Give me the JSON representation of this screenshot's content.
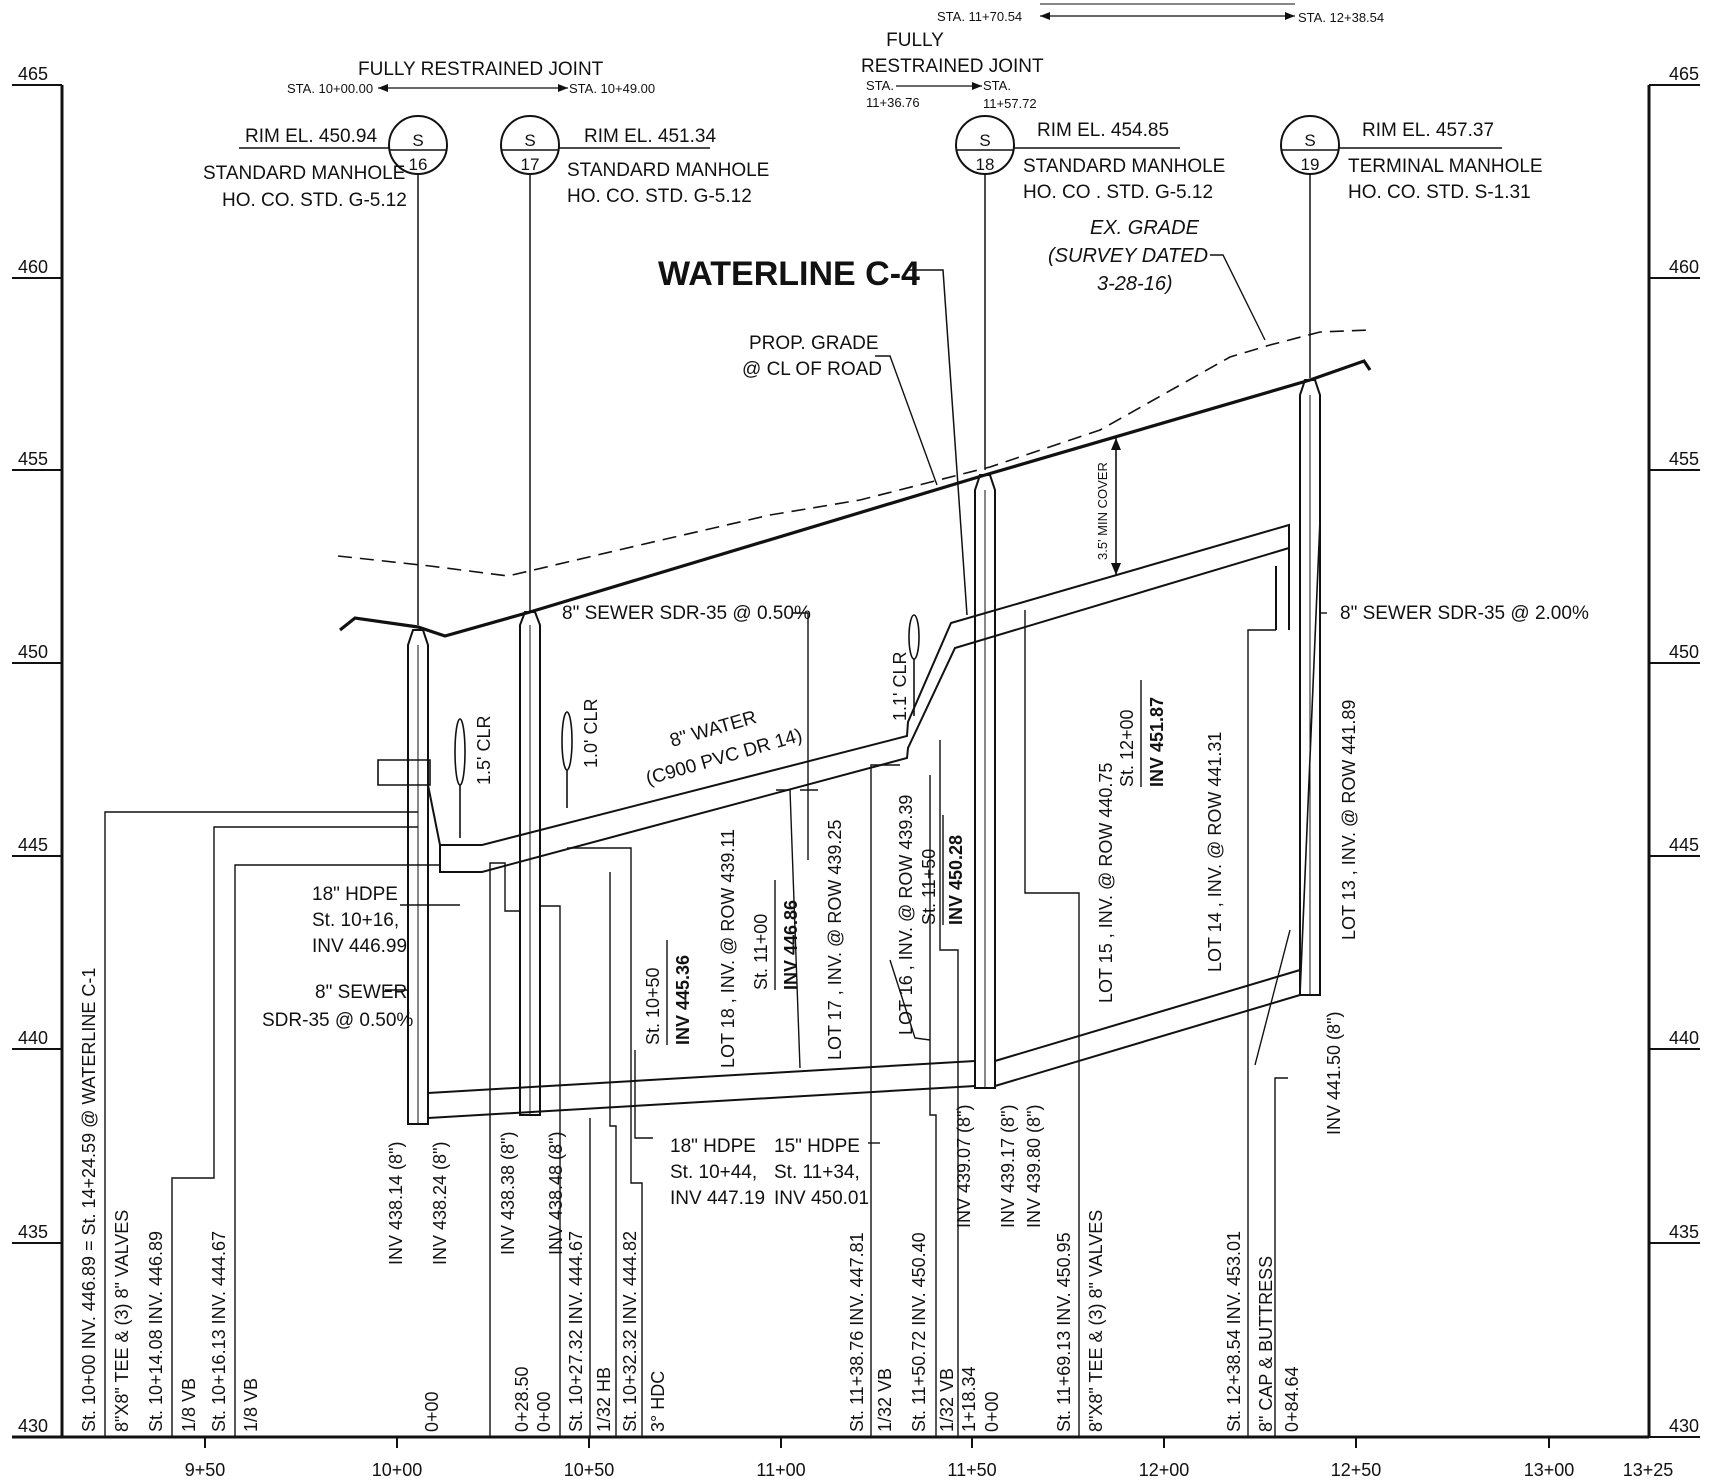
{
  "title": "WATERLINE C-4",
  "elevation_labels": [
    "465",
    "460",
    "455",
    "450",
    "445",
    "440",
    "435",
    "430"
  ],
  "station_labels": [
    "9+50",
    "10+00",
    "10+50",
    "11+00",
    "11+50",
    "12+00",
    "12+50",
    "13+00",
    "13+25"
  ],
  "restrained_joints": {
    "top": {
      "from": "STA. 11+70.54",
      "to": "STA. 12+38.54"
    },
    "first": {
      "label": "FULLY RESTRAINED JOINT",
      "from": "STA. 10+00.00",
      "to": "STA. 10+49.00"
    },
    "second": {
      "label1": "FULLY",
      "label2": "RESTRAINED JOINT",
      "from1": "STA.",
      "from2": "11+36.76",
      "to1": "STA.",
      "to2": "11+57.72"
    }
  },
  "manholes": [
    {
      "letter": "S",
      "number": "16",
      "rim": "RIM EL. 450.94",
      "type": "STANDARD MANHOLE",
      "std": "HO. CO. STD. G-5.12"
    },
    {
      "letter": "S",
      "number": "17",
      "rim": "RIM EL. 451.34",
      "type": "STANDARD MANHOLE",
      "std": "HO. CO. STD. G-5.12"
    },
    {
      "letter": "S",
      "number": "18",
      "rim": "RIM EL. 454.85",
      "type": "STANDARD MANHOLE",
      "std": "HO. CO . STD. G-5.12"
    },
    {
      "letter": "S",
      "number": "19",
      "rim": "RIM EL. 457.37",
      "type": "TERMINAL MANHOLE",
      "std": "HO. CO. STD. S-1.31"
    }
  ],
  "grade": {
    "existing": [
      "EX. GRADE",
      "(SURVEY DATED",
      "3-28-16)"
    ],
    "proposed": [
      "PROP. GRADE",
      "@ CL OF ROAD"
    ],
    "min_cover": "3.5' MIN COVER"
  },
  "labels": {
    "sewer_050_top": "8\" SEWER SDR-35 @ 0.50%",
    "sewer_200": "8\" SEWER SDR-35 @ 2.00%",
    "water": "8\" WATER",
    "water_spec": "(C900 PVC DR 14)",
    "clr_15": "1.5' CLR",
    "clr_10": "1.0' CLR",
    "clr_11": "1.1' CLR",
    "hdpe18_a": [
      "18\" HDPE",
      "St. 10+16,",
      "INV 446.99"
    ],
    "sewer_left": [
      "8\" SEWER",
      "SDR-35 @ 0.50%"
    ],
    "hdpe18_b": [
      "18\" HDPE",
      "St. 10+44,",
      "INV 447.19"
    ],
    "hdpe15": [
      "15\" HDPE",
      "St. 11+34,",
      "INV 450.01"
    ]
  },
  "vertical_labels": {
    "v1": "St. 10+00 INV. 446.89 = St. 14+24.59 @ WATERLINE C-1",
    "v2": "8\"X8\" TEE & (3) 8\" VALVES",
    "v3": "St. 10+14.08 INV. 446.89",
    "v4": "1/8 VB",
    "v5": "St. 10+16.13 INV. 444.67",
    "v6": "1/8 VB",
    "v7": "INV 438.14 (8\")",
    "v8": "INV 438.24 (8\")",
    "v9": "0+00",
    "v10": "INV 438.38 (8\")",
    "v11": "INV 438.48 (8\")",
    "v12": "0+28.50",
    "v13": "0+00",
    "v14": "St. 10+27.32 INV. 444.67",
    "v15": "1/32 HB",
    "v16": "St. 10+32.32 INV. 444.82",
    "v17": "3° HDC",
    "v18a": "St. 10+50",
    "v18b": "INV 445.36",
    "v19": "LOT 18 , INV. @ ROW 439.11",
    "v20a": "St. 11+00",
    "v20b": "INV 446.86",
    "v21": "LOT 17 , INV. @ ROW 439.25",
    "v22": "LOT 16 , INV. @ ROW 439.39",
    "v23a": "St. 11+50",
    "v23b": "INV 450.28",
    "v24": "St. 11+38.76 INV. 447.81",
    "v25": "1/32 VB",
    "v26": "St. 11+50.72 INV. 450.40",
    "v27": "1/32 VB",
    "v28": "1+18.34",
    "v29": "0+00",
    "v30": "INV 439.07 (8\")",
    "v31": "INV 439.17 (8\")",
    "v32": "INV 439.80 (8\")",
    "v33": "St. 11+69.13 INV. 450.95",
    "v34": "8\"X8\" TEE & (3) 8\" VALVES",
    "v35": "LOT 15 , INV. @ ROW 440.75",
    "v36a": "St. 12+00",
    "v36b": "INV 451.87",
    "v37": "LOT 14 , INV. @ ROW 441.31",
    "v38": "St. 12+38.54 INV. 453.01",
    "v39": "8\" CAP & BUTTRESS",
    "v40": "0+84.64",
    "v41": "LOT 13 , INV. @ ROW 441.89",
    "v42": "INV 441.50 (8\")"
  }
}
